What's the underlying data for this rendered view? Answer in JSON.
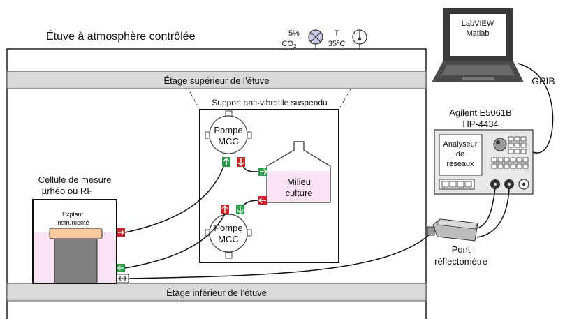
{
  "incubator": {
    "title": "Étuve à atmosphère contrôlée",
    "co2_value": "5%",
    "co2_label": "CO",
    "co2_subscript": "2",
    "temp_label": "T",
    "temp_value": "35°C",
    "upper_shelf": "Étage supérieur de l’étuve",
    "lower_shelf": "Étage inférieur de l’étuve"
  },
  "support": {
    "label": "Support anti-vibratile suspendu",
    "pump_top": [
      "Pompe",
      "MCC"
    ],
    "pump_bottom": [
      "Pompe",
      "MCC"
    ],
    "medium": [
      "Milieu",
      "culture"
    ]
  },
  "cell": {
    "label": [
      "Cellule de mesure",
      "µrhéo ou RF"
    ],
    "explant": [
      "Explant",
      "instrumenté"
    ]
  },
  "laptop": {
    "screen": [
      "LabVIEW",
      "Matlab"
    ],
    "link_label": "GPIB"
  },
  "analyzer": {
    "model": [
      "Agilent E5061B",
      "HP-4434"
    ],
    "screen": [
      "Analyseur",
      "de",
      "réseaux"
    ]
  },
  "bridge": {
    "label": [
      "Pont",
      "réflectomètre"
    ]
  },
  "colors": {
    "shelf": "#d9d9d9",
    "medium_fill": "#fbe3f6",
    "explant_cap": "#f8c8a0",
    "explant_body": "#7f7f7f",
    "port_green": "#2e9e4e",
    "port_red": "#c0282e",
    "valve_fill": "#c9c9e8"
  }
}
